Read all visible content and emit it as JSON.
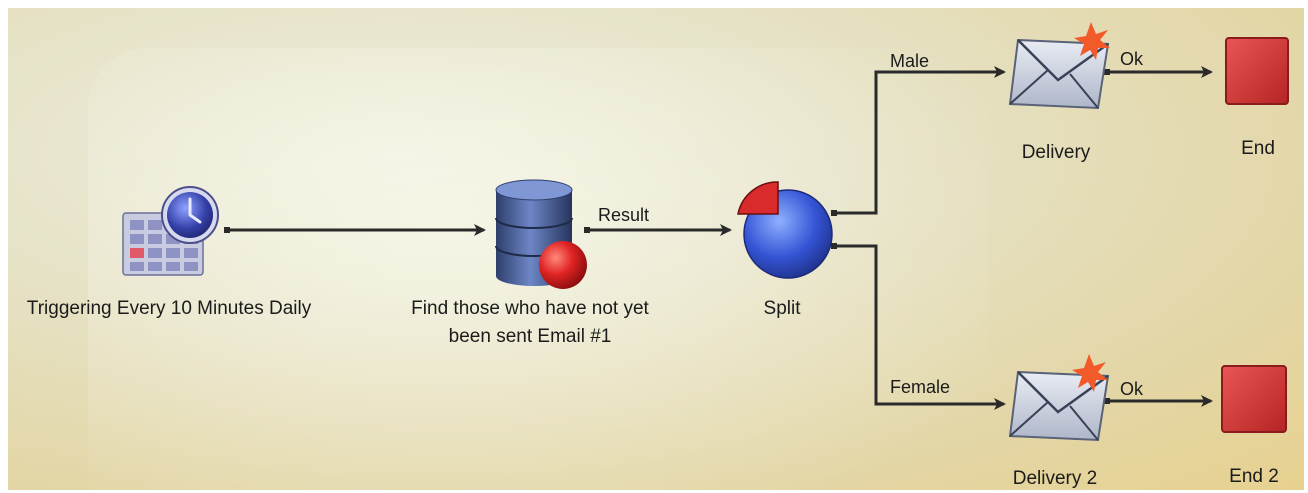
{
  "nodes": {
    "trigger": {
      "label": "Triggering Every 10 Minutes Daily",
      "icon": "calendar-clock-icon"
    },
    "query": {
      "label_line1": "Find those who have not yet",
      "label_line2": "been sent Email #1",
      "icon": "database-icon"
    },
    "split": {
      "label": "Split",
      "icon": "pie-split-icon"
    },
    "delivery": {
      "label": "Delivery",
      "icon": "envelope-icon"
    },
    "end": {
      "label": "End",
      "icon": "end-square-icon"
    },
    "delivery2": {
      "label": "Delivery 2",
      "icon": "envelope-icon"
    },
    "end2": {
      "label": "End 2",
      "icon": "end-square-icon"
    }
  },
  "edges": {
    "result": "Result",
    "male": "Male",
    "female": "Female",
    "ok_top": "Ok",
    "ok_bottom": "Ok"
  },
  "colors": {
    "end_red": "#d63a3a",
    "db_blue": "#5876b8",
    "pie_blue": "#3f5fd0",
    "pie_red": "#d92b2b",
    "connector": "#2a2a2a"
  }
}
